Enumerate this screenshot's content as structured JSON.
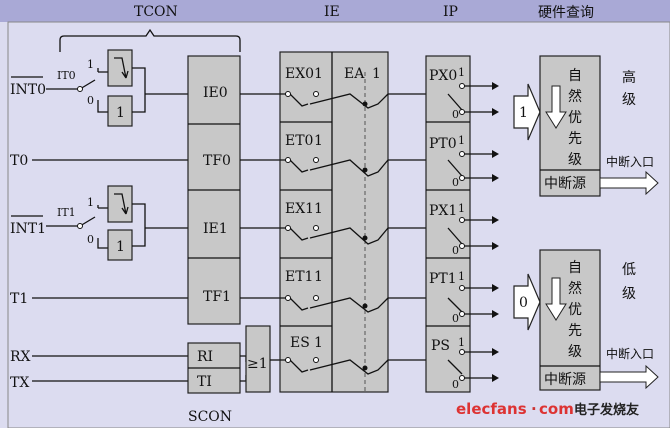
{
  "headers": {
    "tcon": "TCON",
    "ie": "IE",
    "ip": "IP",
    "hw": "硬件查询",
    "scon": "SCON"
  },
  "inputs": {
    "int0": "INT0",
    "t0": "T0",
    "int1": "INT1",
    "t1": "T1",
    "rx": "RX",
    "tx": "TX"
  },
  "selectors": {
    "it0": "IT0",
    "it1": "IT1",
    "one": "1",
    "zero": "0"
  },
  "tcon_flags": [
    "IE0",
    "TF0",
    "IE1",
    "TF1"
  ],
  "scon_flags": [
    "RI",
    "TI"
  ],
  "or_gate": "≥1",
  "ie_switches": [
    "EX0",
    "ET0",
    "EX1",
    "ET1",
    "ES"
  ],
  "ea": "EA",
  "ip_switches": [
    "PX0",
    "PT0",
    "PX1",
    "PT1",
    "PS"
  ],
  "high_group": {
    "input": "1",
    "priority_text": "自然优先级",
    "level": "高级",
    "source": "中断源",
    "output": "中断入口"
  },
  "low_group": {
    "input": "0",
    "priority_text": "自然优先级",
    "level": "低级",
    "source": "中断源",
    "output": "中断入口"
  },
  "watermark": {
    "site": "elecfans",
    "dot": "·",
    "com": "com",
    "cn": "电子发烧友"
  }
}
